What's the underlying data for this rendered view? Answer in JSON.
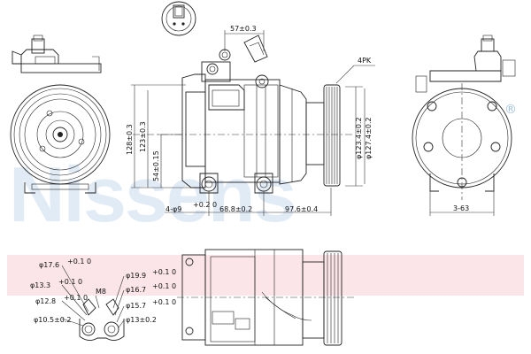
{
  "watermark": {
    "text": "Nissens",
    "registered": "®",
    "color": "#c9dcef"
  },
  "band": {
    "color": "#f7c6cf"
  },
  "dimensions": {
    "d57": "57±0.3",
    "pk": "4PK",
    "d128": "128±0.3",
    "d123": "123±0.3",
    "d54": "54±0.15",
    "d1234": "φ123.4±0.2",
    "d1274": "φ127.4±0.2",
    "holes": "4-φ9",
    "holes_tol": "+0.2 0",
    "d688": "68.8±0.2",
    "d976": "97.6±0.4",
    "d363": "3-63"
  },
  "ports": {
    "left": [
      {
        "label": "φ17.6",
        "tol": "+0.1 0"
      },
      {
        "label": "φ13.3",
        "tol": "+0.1 0"
      },
      {
        "label": "φ12.8",
        "tol": "+0.1 0"
      },
      {
        "label": "φ10.5±0.2",
        "tol": ""
      }
    ],
    "m8": "M8",
    "right": [
      {
        "label": "φ19.9",
        "tol": "+0.1 0"
      },
      {
        "label": "φ16.7",
        "tol": "+0.1 0"
      },
      {
        "label": "φ15.7",
        "tol": "+0.1 0"
      },
      {
        "label": "φ13±0.2",
        "tol": ""
      }
    ]
  }
}
